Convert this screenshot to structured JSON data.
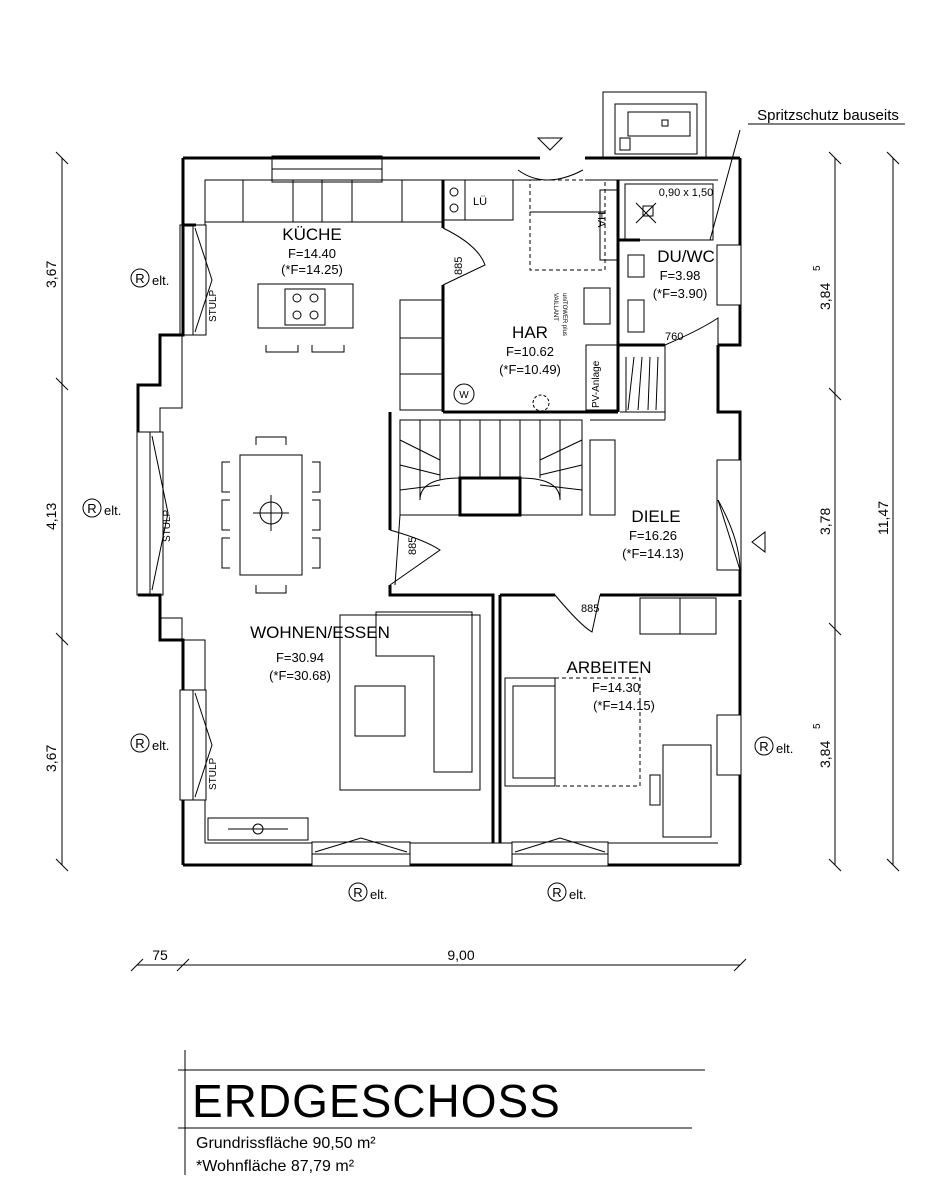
{
  "title": "ERDGESCHOSS",
  "legend": {
    "area_line": "Grundrissfläche 90,50 m²",
    "living_line": "*Wohnfläche 87,79 m²"
  },
  "annotation": "Spritzschutz bauseits",
  "rooms": {
    "kueche": {
      "name": "KÜCHE",
      "area": "F=14.40",
      "area_net": "(*F=14.25)"
    },
    "har": {
      "name": "HAR",
      "area": "F=10.62",
      "area_net": "(*F=10.49)"
    },
    "duwc": {
      "name": "DU/WC",
      "area": "F=3.98",
      "area_net": "(*F=3.90)",
      "shower": "0,90 x 1,50"
    },
    "diele": {
      "name": "DIELE",
      "area": "F=16.26",
      "area_net": "(*F=14.13)"
    },
    "wohnen": {
      "name": "WOHNEN/ESSEN",
      "area": "F=30.94",
      "area_net": "(*F=30.68)"
    },
    "arbeiten": {
      "name": "ARBEITEN",
      "area": "F=14.30",
      "area_net": "(*F=14.15)"
    }
  },
  "labels": {
    "radiator": "elt.",
    "radiator_symbol": "R",
    "stulp": "STULP",
    "lue": "LÜ",
    "ha": "HA",
    "pv": "PV-Anlage",
    "w": "W",
    "vaillant": "VAILLANT",
    "unitower": "uniTOWER plus"
  },
  "doors": {
    "d885": "885",
    "d760": "760"
  },
  "dimensions": {
    "left": [
      "3,67",
      "4,13",
      "3,67"
    ],
    "right_inner": [
      "3,84",
      "3,78",
      "3,84"
    ],
    "right_inner_sup": "5",
    "right_total": "11,47",
    "bottom_small": "75",
    "bottom_total": "9,00"
  }
}
